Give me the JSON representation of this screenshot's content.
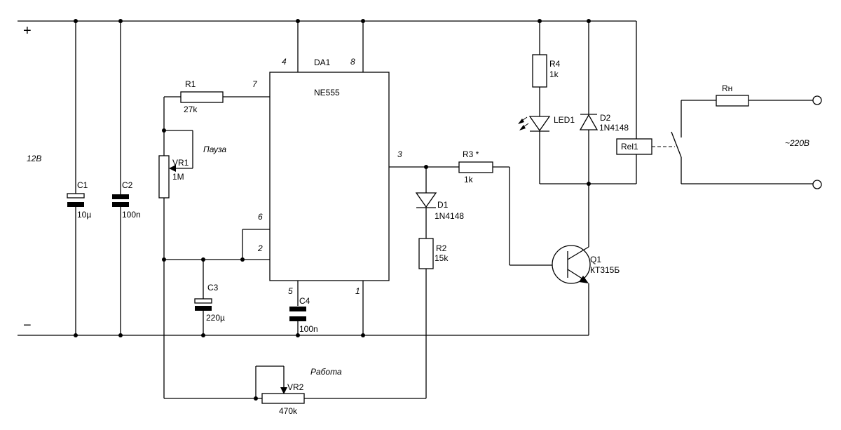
{
  "supply": {
    "plus": "+",
    "minus": "−",
    "voltage": "12В"
  },
  "ic": {
    "ref": "DA1",
    "part": "NE555",
    "pins": {
      "p4": "4",
      "p8": "8",
      "p7": "7",
      "p6": "6",
      "p2": "2",
      "p3": "3",
      "p5": "5",
      "p1": "1"
    }
  },
  "r1": {
    "ref": "R1",
    "value": "27k"
  },
  "vr1": {
    "ref": "VR1",
    "value": "1M",
    "note": "Пауза"
  },
  "c1": {
    "ref": "C1",
    "value": "10µ"
  },
  "c2": {
    "ref": "C2",
    "value": "100n"
  },
  "c3": {
    "ref": "C3",
    "value": "220µ"
  },
  "c4": {
    "ref": "C4",
    "value": "100n"
  },
  "r3": {
    "ref": "R3 *",
    "value": "1k"
  },
  "d1": {
    "ref": "D1",
    "value": "1N4148"
  },
  "r2": {
    "ref": "R2",
    "value": "15k"
  },
  "vr2": {
    "ref": "VR2",
    "value": "470k",
    "note": "Работа"
  },
  "r4": {
    "ref": "R4",
    "value": "1k"
  },
  "led1": {
    "ref": "LED1"
  },
  "d2": {
    "ref": "D2",
    "value": "1N4148"
  },
  "q1": {
    "ref": "Q1",
    "value": "КТ315Б"
  },
  "rel1": {
    "ref": "Rel1"
  },
  "load": {
    "ref": "Rн",
    "voltage": "~220В"
  }
}
